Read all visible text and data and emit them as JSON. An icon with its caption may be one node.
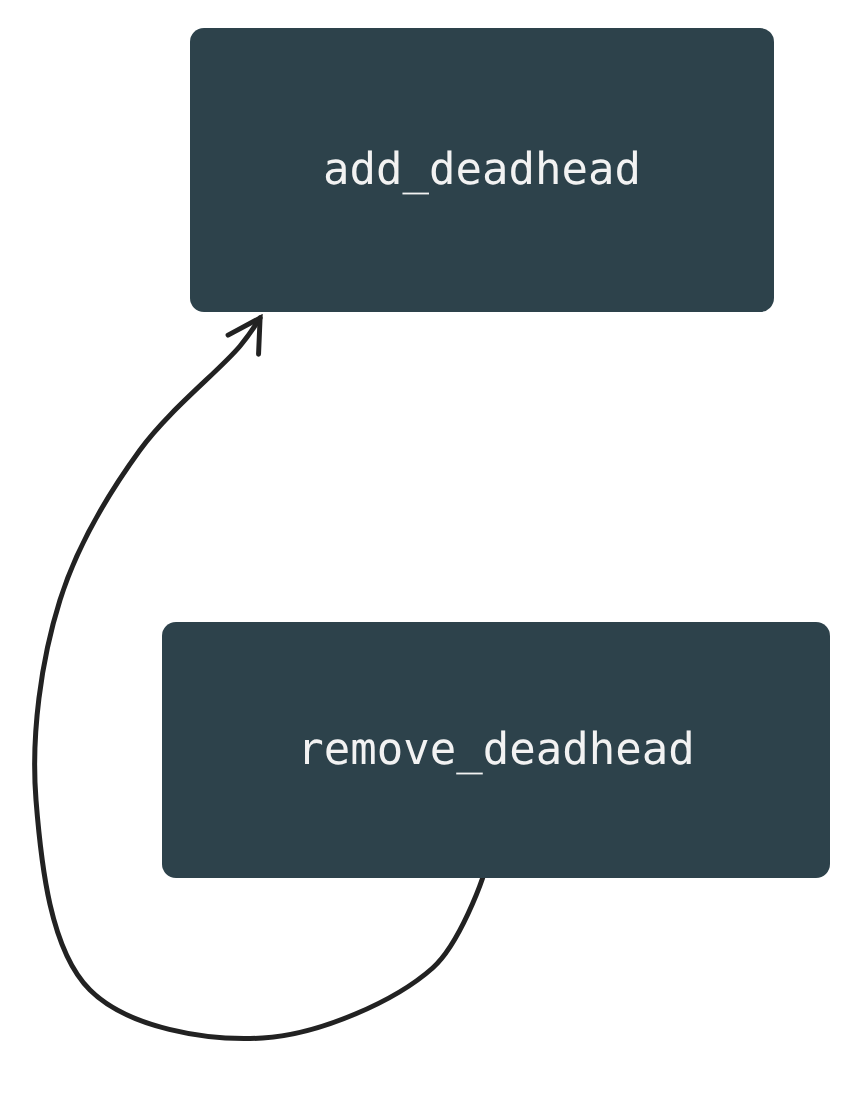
{
  "diagram": {
    "nodes": [
      {
        "text": [
          "add_deadhead"
        ]
      },
      {
        "text": [
          "remove_deadhead"
        ]
      }
    ],
    "edges": [
      {
        "from": 1,
        "to": 0,
        "arrow": "to"
      }
    ]
  }
}
